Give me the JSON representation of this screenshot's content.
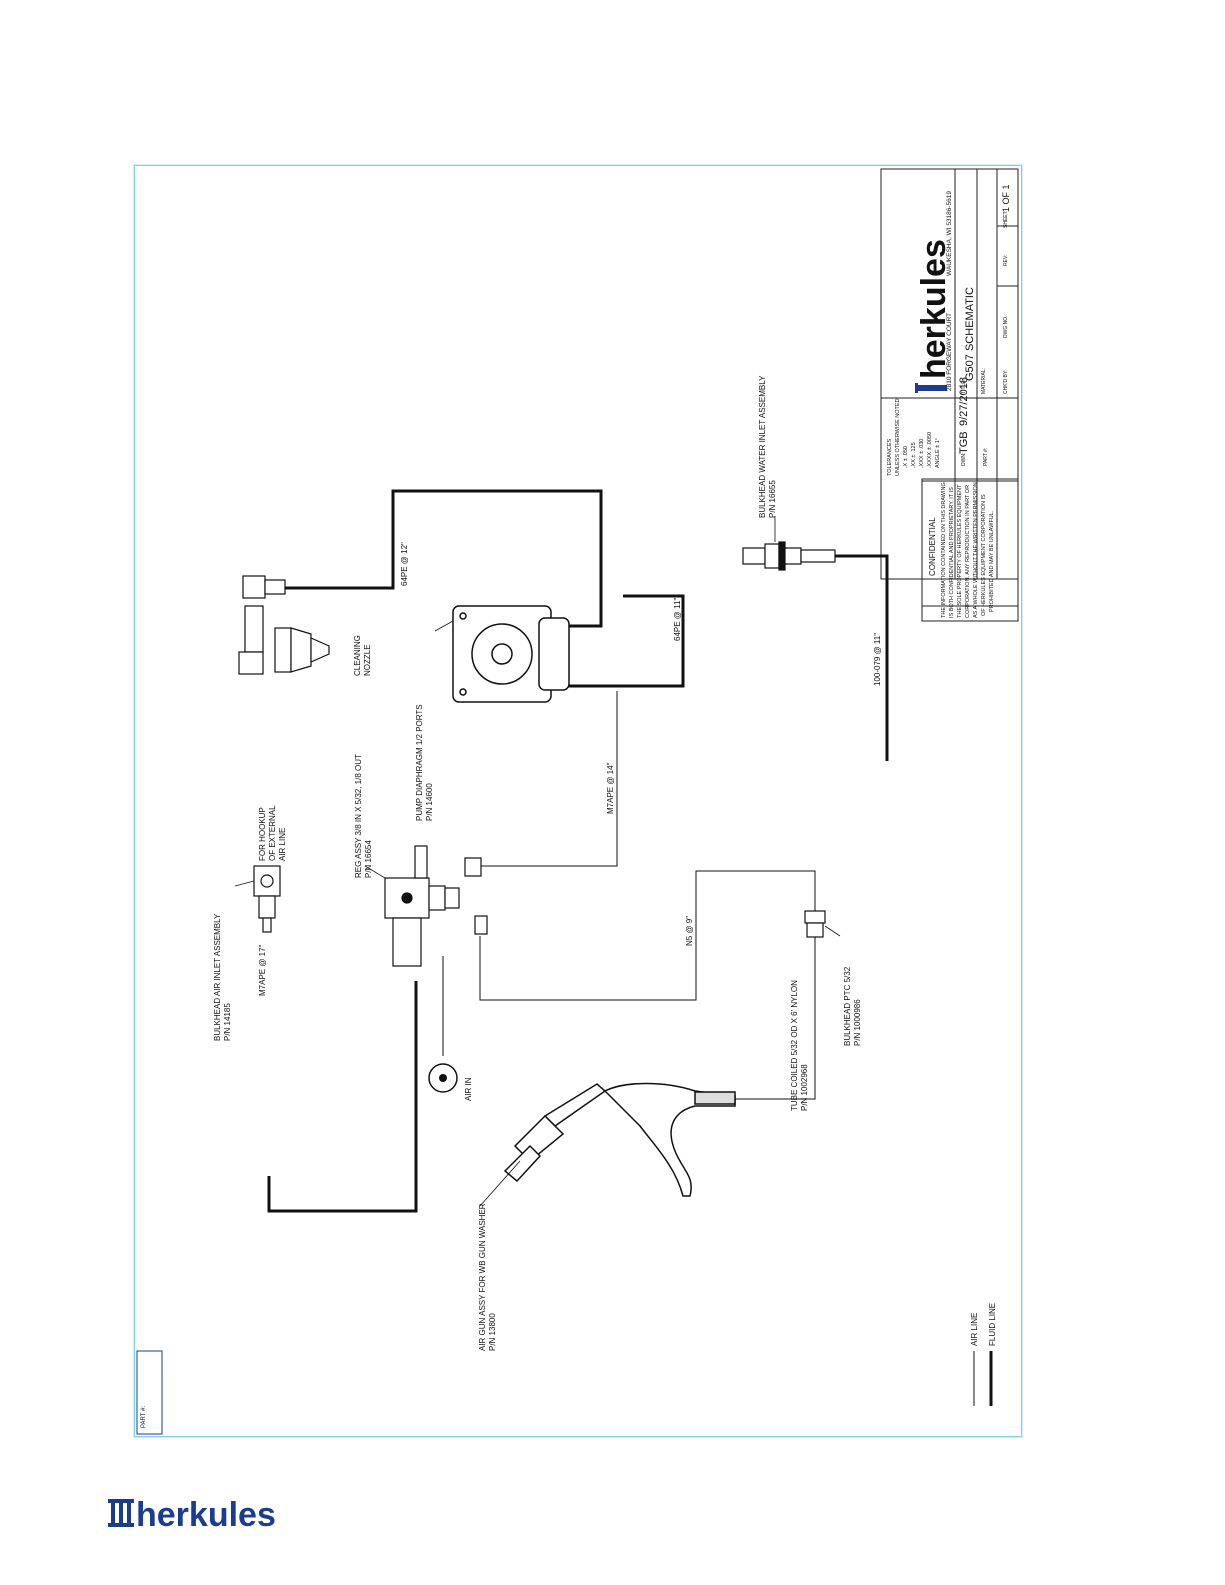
{
  "title_block": {
    "logo_text": "herkules",
    "address_left": "2810 FORGEWAY COURT",
    "address_right": "WAUKESHA, WI 53186-5619",
    "title_label": "TITLE:",
    "title": "G507 SCHEMATIC",
    "material_label": "MATERIAL:",
    "dwn_label": "DWN:",
    "dwn_value": "TGB",
    "date_value": "9/27/2018",
    "part_label": "PART #:",
    "chkd_label": "CHK'D BY:",
    "dwg_label": "DWG NO.:",
    "rev_label": "REV:",
    "sheet_label": "SHEET:",
    "sheet_value": "1 OF 1",
    "tolerances": [
      "TOLERANCES",
      "UNLESS OTHERWISE NOTED",
      ".X ± .050",
      ".XX ± .125",
      ".XXX ± .030",
      ".XXXX ± .0050",
      "ANGLE ± 1°"
    ]
  },
  "confidential": {
    "heading": "CONFIDENTIAL",
    "lines": [
      "THE INFORMATION CONTAINED ON THIS DRAWING",
      "IS BOTH CONFIDENTIAL AND PROPRIETARY. IT IS",
      "THE SOLE PROPERTY OF HERKULES EQUIPMENT",
      "CORPORATION. ANY REPRODUCTION IN PART OR",
      "AS A WHOLE WITHOUT THE WRITTEN PERMISSION",
      "OF HERKULES EQUIPMENT CORPORATION IS",
      "PROHIBITED AND MAY BE UNLAWFUL."
    ]
  },
  "part_box_label": "PART #:",
  "labels": {
    "bulkhead_water": [
      "BULKHEAD WATER INLET ASSEMBLY",
      "P/N 16655"
    ],
    "pipe_64pe_12": "64PE @ 12\"",
    "pipe_64pe_11": "64PE @ 11\"",
    "pipe_100_079": "100-079 @ 11\"",
    "cleaning_nozzle": [
      "CLEANING",
      "NOZZLE"
    ],
    "pump": [
      "PUMP DIAPHRAGM 1/2 PORTS",
      "P/N 14600"
    ],
    "pipe_m7ape_14": "M7APE @ 14\"",
    "reg_assy": [
      "REG ASSY 3/8 IN X 5/32, 1/8 OUT",
      "P/N 16654"
    ],
    "hookup": [
      "FOR HOOKUP",
      "OF EXTERNAL",
      "AIR LINE"
    ],
    "bulkhead_air": [
      "BULKHEAD AIR INLET ASSEMBLY",
      "P/N 14185"
    ],
    "pipe_m7ape_17": "M7APE @ 17\"",
    "pipe_n5_9": "N5 @ 9\"",
    "tube_coiled": [
      "TUBE COILED 5/32 OD X 6' NYLON",
      "P/N 1002968"
    ],
    "bulkhead_ptc": [
      "BULKHEAD PTC 5/32",
      "P/N 1000986"
    ],
    "air_in": "AIR IN",
    "air_gun": [
      "AIR GUN ASSY FOR WB GUN WASHER",
      "P/N 13800"
    ]
  },
  "legend": [
    {
      "label": "AIR LINE",
      "style": "thin"
    },
    {
      "label": "FLUID LINE",
      "style": "thick"
    }
  ],
  "footer_logo_text": "herkules",
  "colors": {
    "sheet_border": "#7fd3e6",
    "logo_blue": "#1a3d8f",
    "ink": "#111111"
  }
}
